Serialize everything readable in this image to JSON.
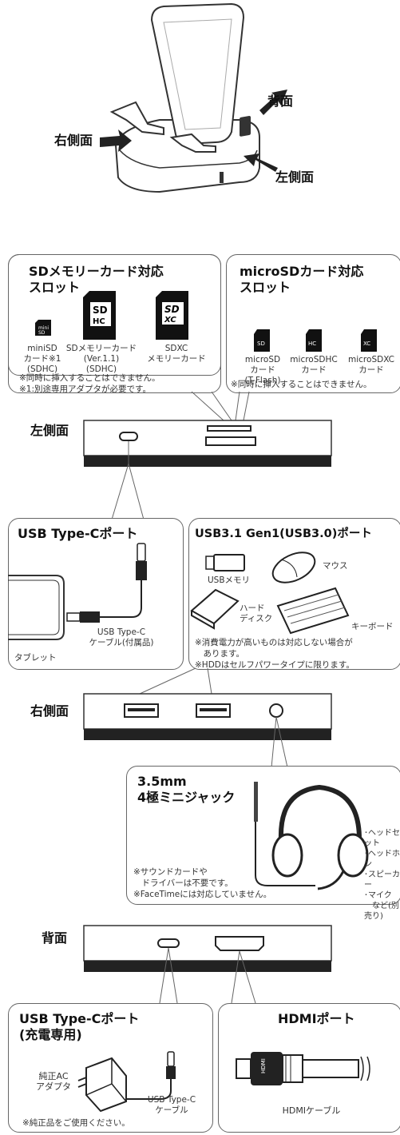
{
  "top": {
    "back_label": "背面",
    "right_label": "右側面",
    "left_label": "左側面"
  },
  "sd_panel": {
    "title": "SDメモリーカード対応\nスロット",
    "cards": [
      {
        "icon": "minisd-card-icon",
        "caption": "miniSD\nカード※1\n(SDHC)"
      },
      {
        "icon": "sdhc-card-icon",
        "caption": "SDメモリーカード\n(Ver.1.1)\n(SDHC)"
      },
      {
        "icon": "sdxc-card-icon",
        "caption": "SDXC\nメモリーカード"
      }
    ],
    "note": "※同時に挿入することはできません。\n※1:別途専用アダプタが必要です。"
  },
  "micro_panel": {
    "title": "microSDカード対応\nスロット",
    "cards": [
      {
        "icon": "microsd-card-icon",
        "caption": "microSD\nカード\n(T-Flash)"
      },
      {
        "icon": "microsdhc-card-icon",
        "caption": "microSDHC\nカード"
      },
      {
        "icon": "microsdxc-card-icon",
        "caption": "microSDXC\nカード"
      }
    ],
    "note": "※同時に挿入することはできません。"
  },
  "left_side": {
    "heading": "左側面"
  },
  "typec_panel": {
    "title": "USB Type-Cポート",
    "tablet": "タブレット",
    "cable": "USB Type-C\nケーブル(付属品)"
  },
  "usb_panel": {
    "title": "USB3.1 Gen1(USB3.0)ポート",
    "usb_memory": "USBメモリ",
    "mouse": "マウス",
    "hdd": "ハード\nディスク",
    "keyboard": "キーボード",
    "note": "※消費電力が高いものは対応しない場合が\n　あります。\n※HDDはセルフパワータイプに限ります。"
  },
  "right_side": {
    "heading": "右側面"
  },
  "jack_panel": {
    "title": "3.5mm\n4極ミニジャック",
    "devices": "･ヘッドセット\n･ヘッドホン\n･スピーカー\n･マイク\n　など(別売り)",
    "note": "※サウンドカードや\n　ドライバーは不要です。\n※FaceTimeには対応していません。"
  },
  "back_side": {
    "heading": "背面"
  },
  "charge_panel": {
    "title": "USB Type-Cポート\n(充電専用)",
    "adapter": "純正AC\nアダプタ",
    "cable": "USB Type-C\nケーブル",
    "note": "※純正品をご使用ください。"
  },
  "hdmi_panel": {
    "title": "HDMIポート",
    "hdmi_logo": "HDMI",
    "cable": "HDMIケーブル"
  }
}
